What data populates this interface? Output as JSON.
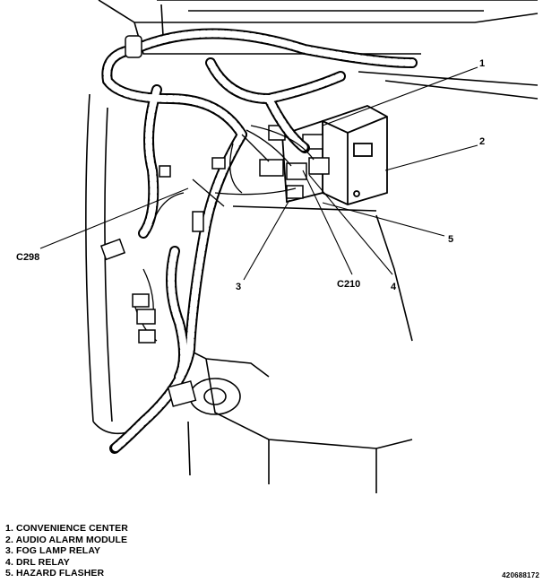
{
  "callouts": {
    "c1": "1",
    "c2": "2",
    "c3": "3",
    "c4": "4",
    "c5": "5",
    "c298": "C298",
    "c210": "C210"
  },
  "legend": [
    "1. CONVENIENCE CENTER",
    "2. AUDIO ALARM MODULE",
    "3. FOG LAMP RELAY",
    "4. DRL RELAY",
    "5. HAZARD FLASHER"
  ],
  "figure_id": "420688172"
}
